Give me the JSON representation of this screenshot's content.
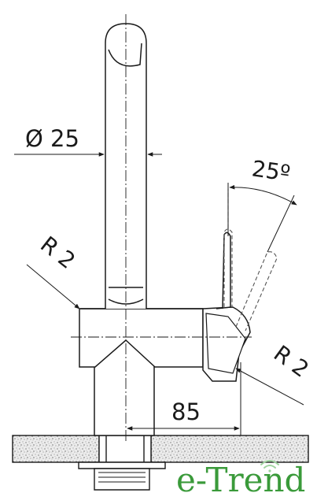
{
  "dimensions": {
    "diameter": "Ø 25",
    "angle": "25º",
    "radius_left": "R 2",
    "radius_right": "R 2",
    "offset": "85"
  },
  "logo": {
    "text": "e-Trend",
    "color": "#3a9a3a",
    "mark": "wifi-icon"
  },
  "colors": {
    "line": "#1a1a1a",
    "hidden_line": "#555555",
    "counter": "#e8e8e8"
  }
}
